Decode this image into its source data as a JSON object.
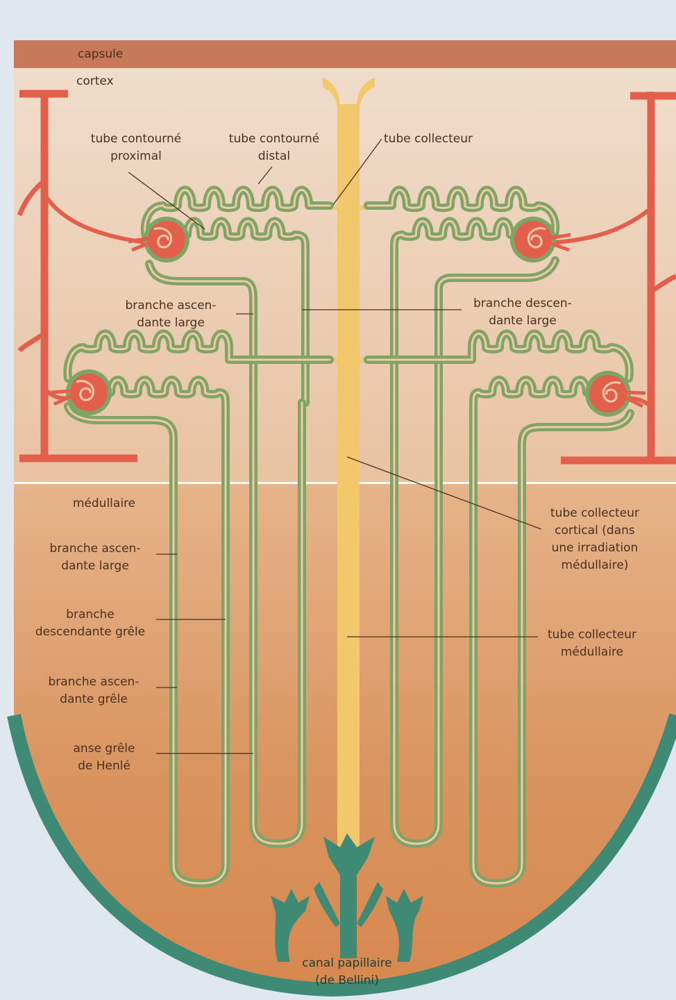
{
  "labels": {
    "capsule": "capsule",
    "cortex": "cortex",
    "medullaire": "médullaire",
    "tube_contourne_proximal": "tube contourné\nproximal",
    "tube_contourne_distal": "tube contourné\ndistal",
    "tube_collecteur": "tube collecteur",
    "branche_ascendante_large_top": "branche ascen-\ndante large",
    "branche_descendante_large": "branche descen-\ndante large",
    "branche_ascendante_large_left": "branche ascen-\ndante large",
    "branche_descendante_grele": "branche\ndescendante grêle",
    "branche_ascendante_grele": "branche ascen-\ndante grêle",
    "anse_grele_henle": "anse grêle\nde Henlé",
    "tube_collecteur_cortical": "tube collecteur\ncortical (dans\nune irradiation\nmédullaire)",
    "tube_collecteur_medullaire": "tube collecteur\nmédullaire",
    "canal_papillaire": "canal papillaire\n(de Bellini)"
  },
  "colors": {
    "capsule": "#c8795a",
    "cortex": "#efd3bc",
    "medulla": "#d9935e",
    "artery": "#e2604b",
    "tubule": "#7ea566",
    "tubule_lumen": "#f2c9a8",
    "collecting_duct": "#f3c76b",
    "papilla": "#3f8a75",
    "leader": "#4a3020"
  }
}
